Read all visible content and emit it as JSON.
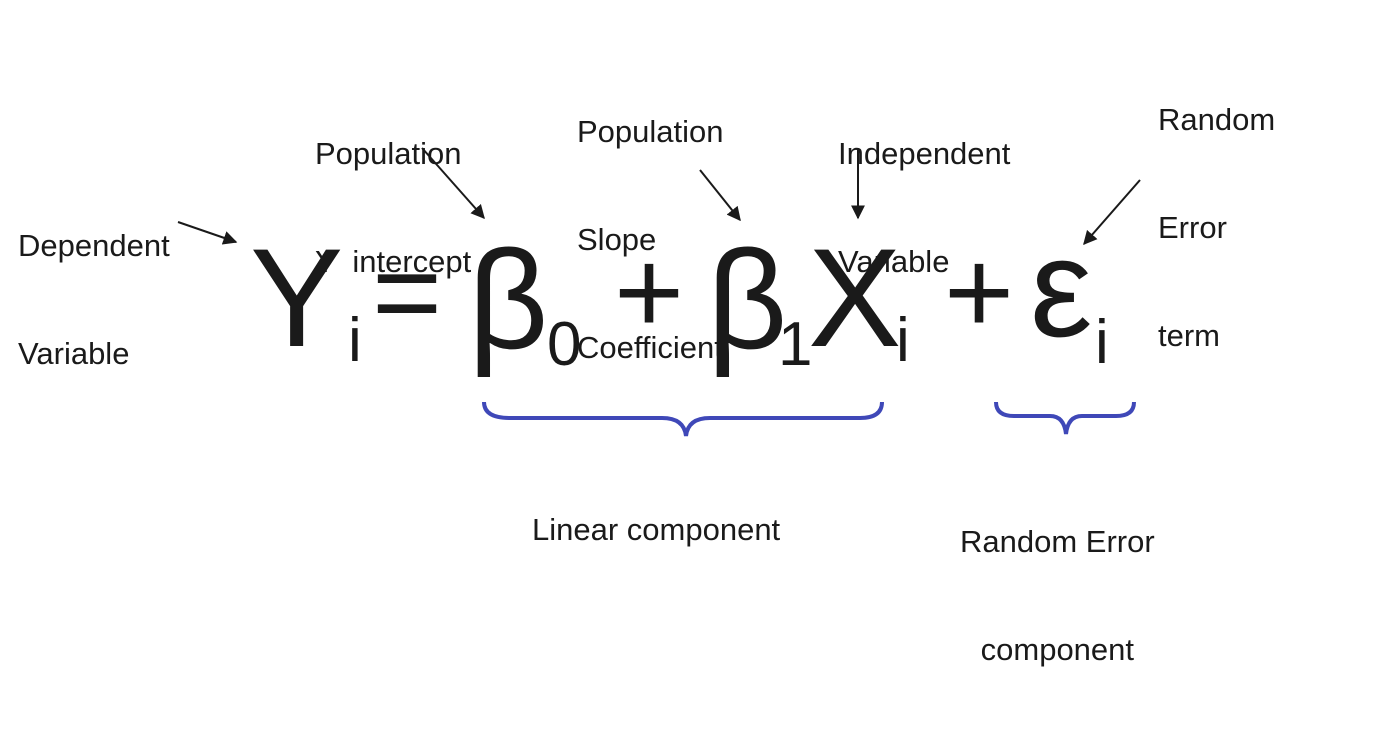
{
  "labels": {
    "dependent": [
      "Dependent",
      "Variable"
    ],
    "intercept": [
      "Population",
      "Y  intercept"
    ],
    "slope": [
      "Population",
      "Slope",
      "Coefficient"
    ],
    "independent": [
      "Independent",
      "Variable"
    ],
    "error_term": [
      "Random",
      "Error",
      "term"
    ],
    "linear_component": "Linear component",
    "random_error_component": [
      "Random Error",
      "component"
    ]
  },
  "equation": {
    "y": "Y",
    "y_sub": "i",
    "equals": "=",
    "beta0": "β",
    "beta0_sub": "0",
    "plus1": "+",
    "beta1": "β",
    "beta1_sub": "1",
    "x": "X",
    "x_sub": "i",
    "plus2": "+",
    "epsilon": "ε",
    "epsilon_sub": "i"
  },
  "colors": {
    "text": "#1a1a1a",
    "brace": "#3f48b8"
  }
}
